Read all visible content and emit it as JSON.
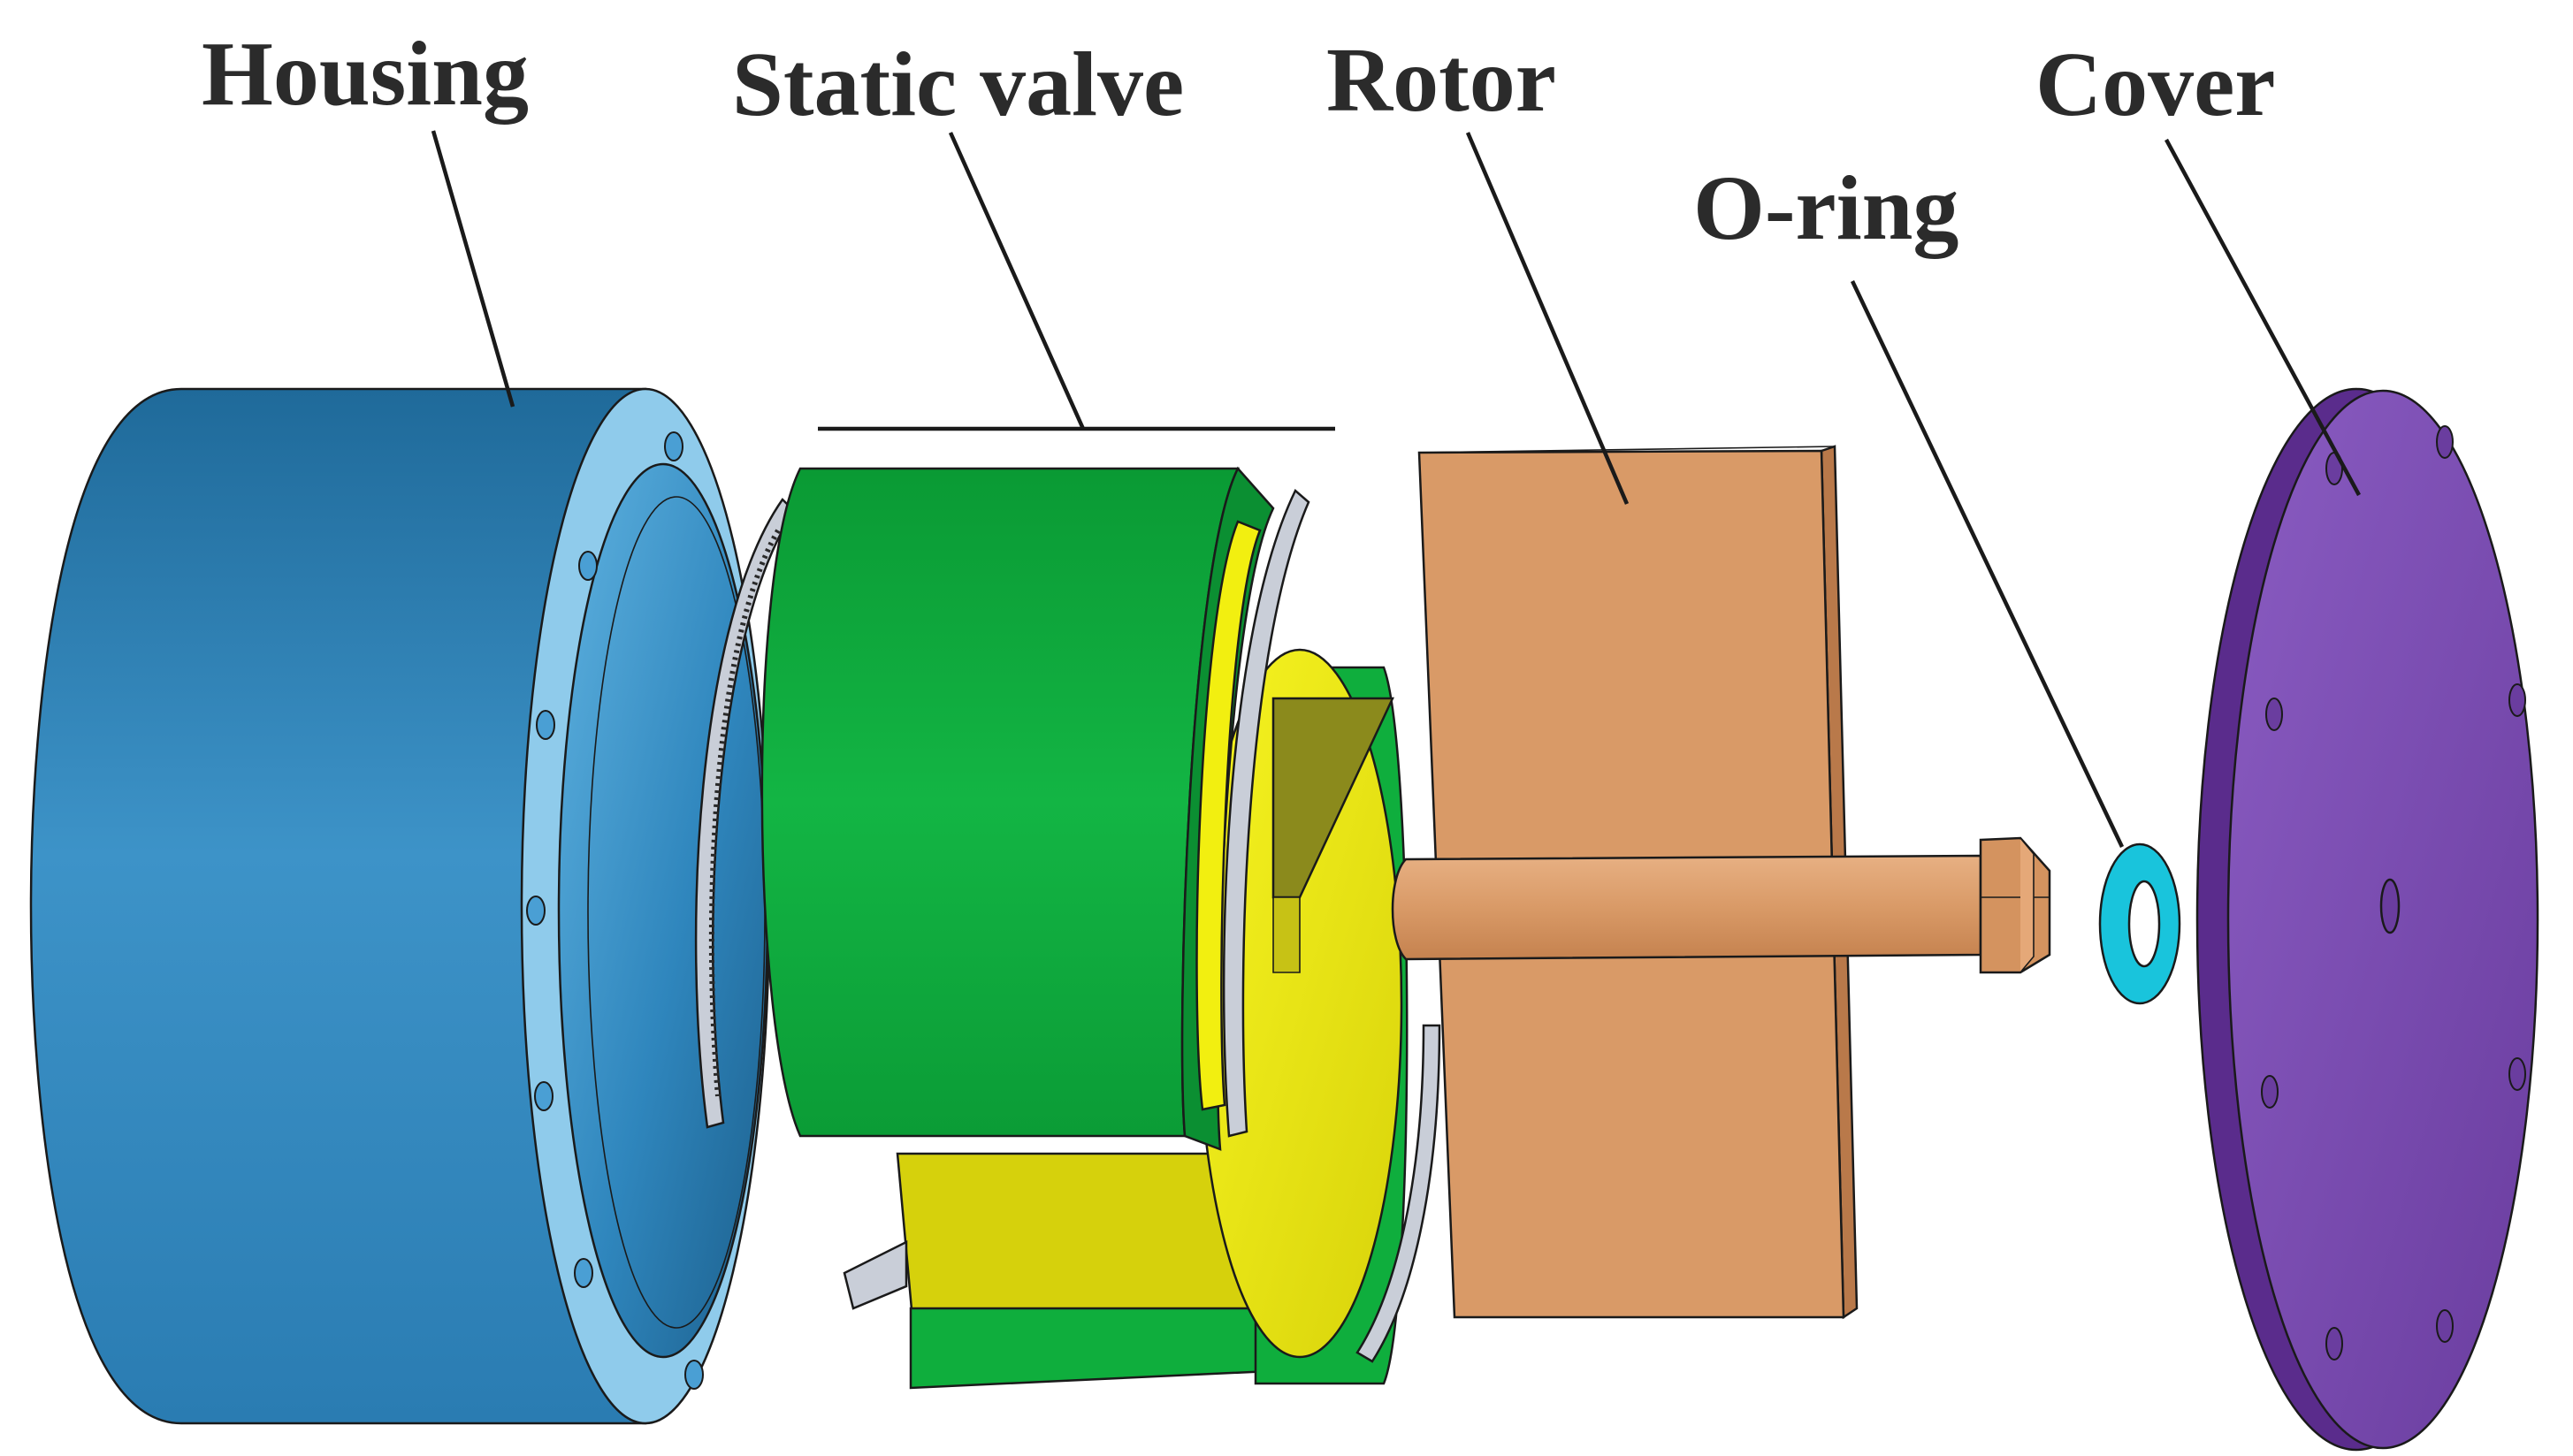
{
  "labels": {
    "housing": "Housing",
    "static_valve": "Static valve",
    "rotor": "Rotor",
    "o_ring": "O-ring",
    "cover": "Cover"
  },
  "colors": {
    "housing": "#3d93c8",
    "housing_face": "#8fcbeb",
    "valve_green": "#0fae3d",
    "valve_yellow": "#f2ef10",
    "rotor": "#d99a67",
    "shaft": "#dc9e6c",
    "o_ring": "#19c4dc",
    "cover": "#7a4bb0",
    "seal_strip": "#c9ced8"
  }
}
